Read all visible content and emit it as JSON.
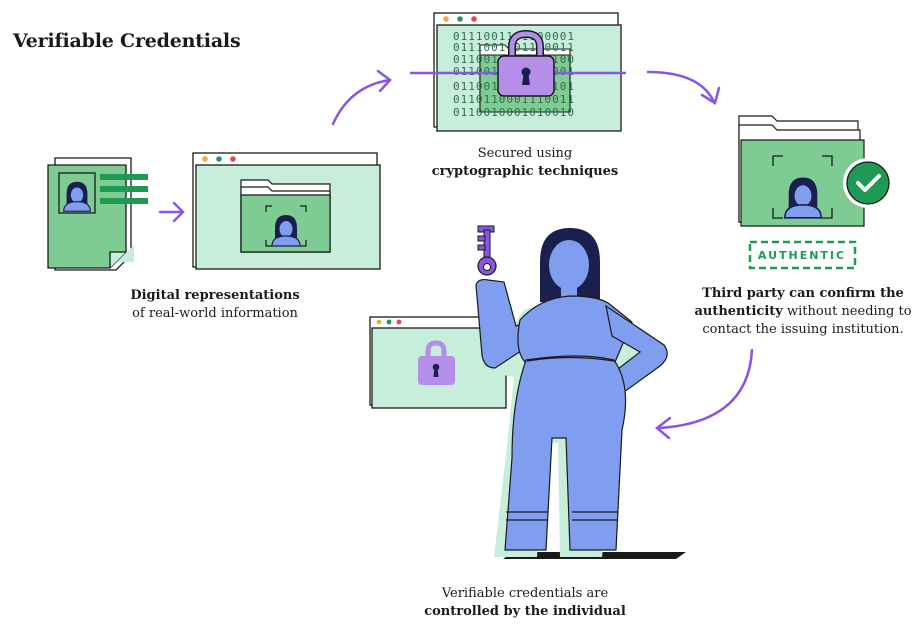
{
  "title": "Verifiable Credentials",
  "captions": {
    "digital": {
      "strong": "Digital representations",
      "rest": "of real-world information"
    },
    "secured": {
      "pre": "Secured using",
      "strong": "cryptographic techniques"
    },
    "third_party": {
      "strong1": "Third party can confirm the",
      "strong2": "authenticity",
      "rest1": "without needing to",
      "rest2": "contact the issuing institution."
    },
    "controlled": {
      "pre": "Verifiable credentials are",
      "strong": "controlled by the individual"
    }
  },
  "badge_text": "AUTHENTIC",
  "binary_rows": [
    "0111001101100001",
    "0111001101110011",
    "0110010001100100",
    "0110010101100001",
    "0110010110100101",
    "0110110001110011",
    "0110010001010010"
  ],
  "icons": [
    "document-icon",
    "browser-window-icon",
    "folder-icon",
    "lock-icon",
    "key-icon",
    "checkmark-icon",
    "person-avatar-icon"
  ],
  "colors": {
    "green": "#7fcb94",
    "mint": "#c6eedb",
    "purple": "#8a55e6",
    "lock_purple": "#b48ee8",
    "person_blue": "#7f9ef0",
    "navy": "#1b1f4d",
    "check_green": "#1f9a55"
  }
}
